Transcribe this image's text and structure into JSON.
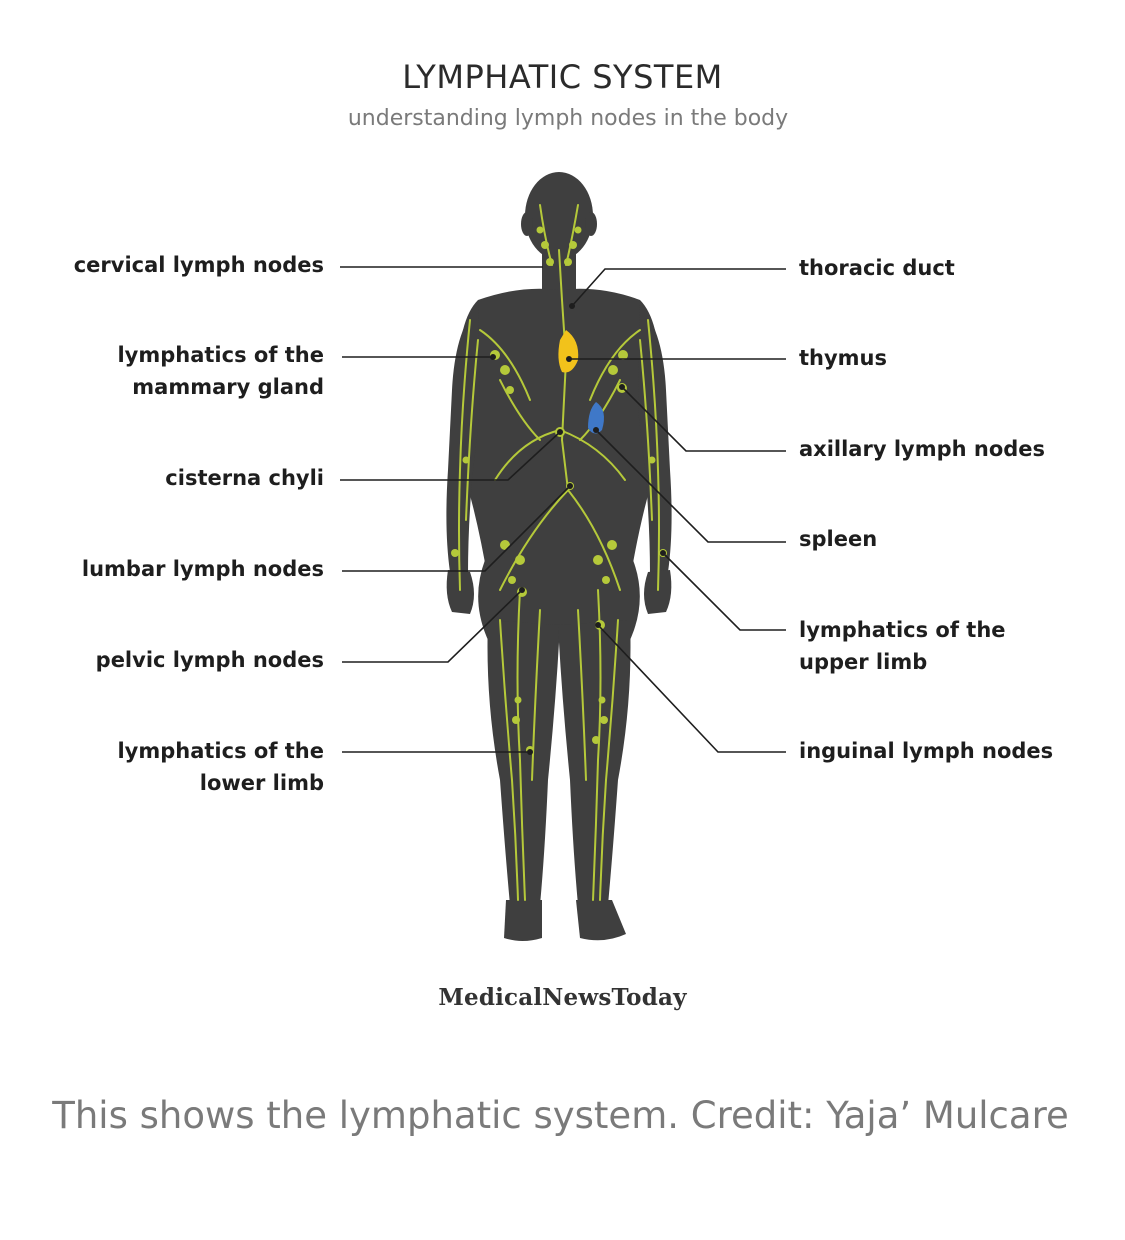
{
  "header": {
    "title": "LYMPHATIC SYSTEM",
    "subtitle": "understanding lymph nodes in the body"
  },
  "labels_left": [
    {
      "id": "cervical",
      "lines": [
        "cervical lymph nodes"
      ]
    },
    {
      "id": "mammary",
      "lines": [
        "lymphatics of the",
        "mammary gland"
      ]
    },
    {
      "id": "cisterna",
      "lines": [
        "cisterna chyli"
      ]
    },
    {
      "id": "lumbar",
      "lines": [
        "lumbar lymph nodes"
      ]
    },
    {
      "id": "pelvic",
      "lines": [
        "pelvic lymph nodes"
      ]
    },
    {
      "id": "lower-limb",
      "lines": [
        "lymphatics of the",
        "lower limb"
      ]
    }
  ],
  "labels_right": [
    {
      "id": "thoracic",
      "lines": [
        "thoracic duct"
      ]
    },
    {
      "id": "thymus",
      "lines": [
        "thymus"
      ]
    },
    {
      "id": "axillary",
      "lines": [
        "axillary lymph nodes"
      ]
    },
    {
      "id": "spleen",
      "lines": [
        "spleen"
      ]
    },
    {
      "id": "upper-limb",
      "lines": [
        "lymphatics of the",
        "upper limb"
      ]
    },
    {
      "id": "inguinal",
      "lines": [
        "inguinal lymph nodes"
      ]
    }
  ],
  "brand": "MedicalNewsToday",
  "caption": "This shows the lymphatic system. Credit: Yaja’ Mulcare",
  "colors": {
    "body": "#3f3f3f",
    "lymph": "#b5c93a",
    "thymus": "#f2c21b",
    "spleen": "#3f78c8",
    "leader_line": "#1e1e1e"
  }
}
